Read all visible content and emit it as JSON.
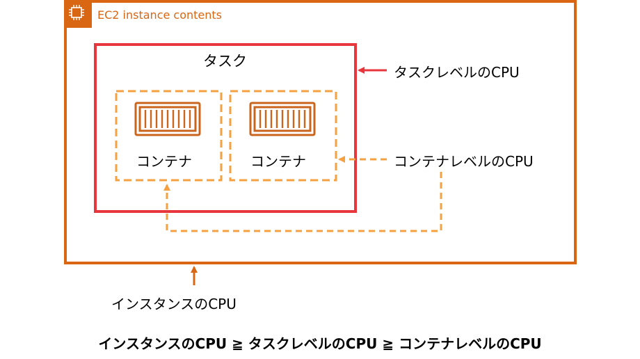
{
  "ec2": {
    "title": "EC2 instance contents",
    "icon": "chip-icon"
  },
  "task": {
    "label": "タスク"
  },
  "containers": [
    {
      "label": "コンテナ",
      "icon": "container-icon"
    },
    {
      "label": "コンテナ",
      "icon": "container-icon"
    }
  ],
  "annotations": {
    "task_cpu": "タスクレベルのCPU",
    "container_cpu": "コンテナレベルのCPU",
    "instance_cpu": "インスタンスのCPU"
  },
  "footer": {
    "text": "インスタンスのCPU ≧ タスクレベルのCPU ≧ コンテナレベルのCPU"
  },
  "colors": {
    "ec2_border": "#d86613",
    "task_border": "#e8363d",
    "container_border": "#f5a142",
    "container_icon": "#c9651c",
    "task_arrow": "#e8363d",
    "instance_arrow": "#d86613",
    "container_arrow": "#f5a142"
  }
}
